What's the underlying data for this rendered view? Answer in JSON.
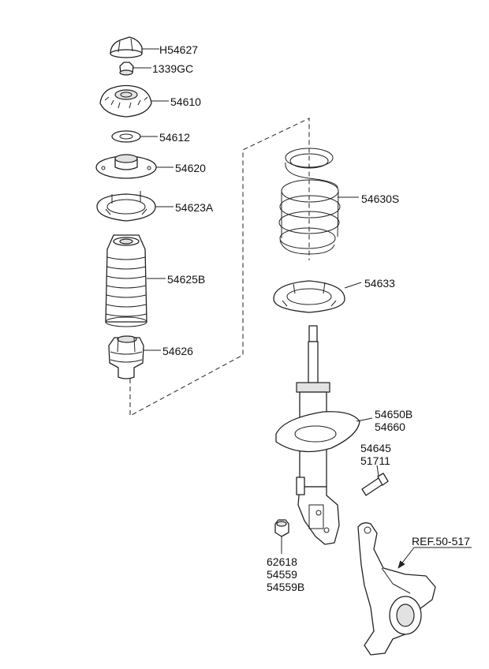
{
  "parts": {
    "top_cap": "H54627",
    "nut_top": "1339GC",
    "strut_mount": "54610",
    "bearing": "54612",
    "upper_seat": "54620",
    "upper_pad": "54623A",
    "dust_cover": "54625B",
    "bumper": "54626",
    "coil_spring": "54630S",
    "lower_pad": "54633",
    "strut_l1": "54650B",
    "strut_l2": "54660",
    "bolt_l1": "54645",
    "bolt_l2": "51711",
    "nut_l1": "62618",
    "nut_l2": "54559",
    "nut_l3": "54559B",
    "knuckle_ref": "REF.50-517"
  }
}
